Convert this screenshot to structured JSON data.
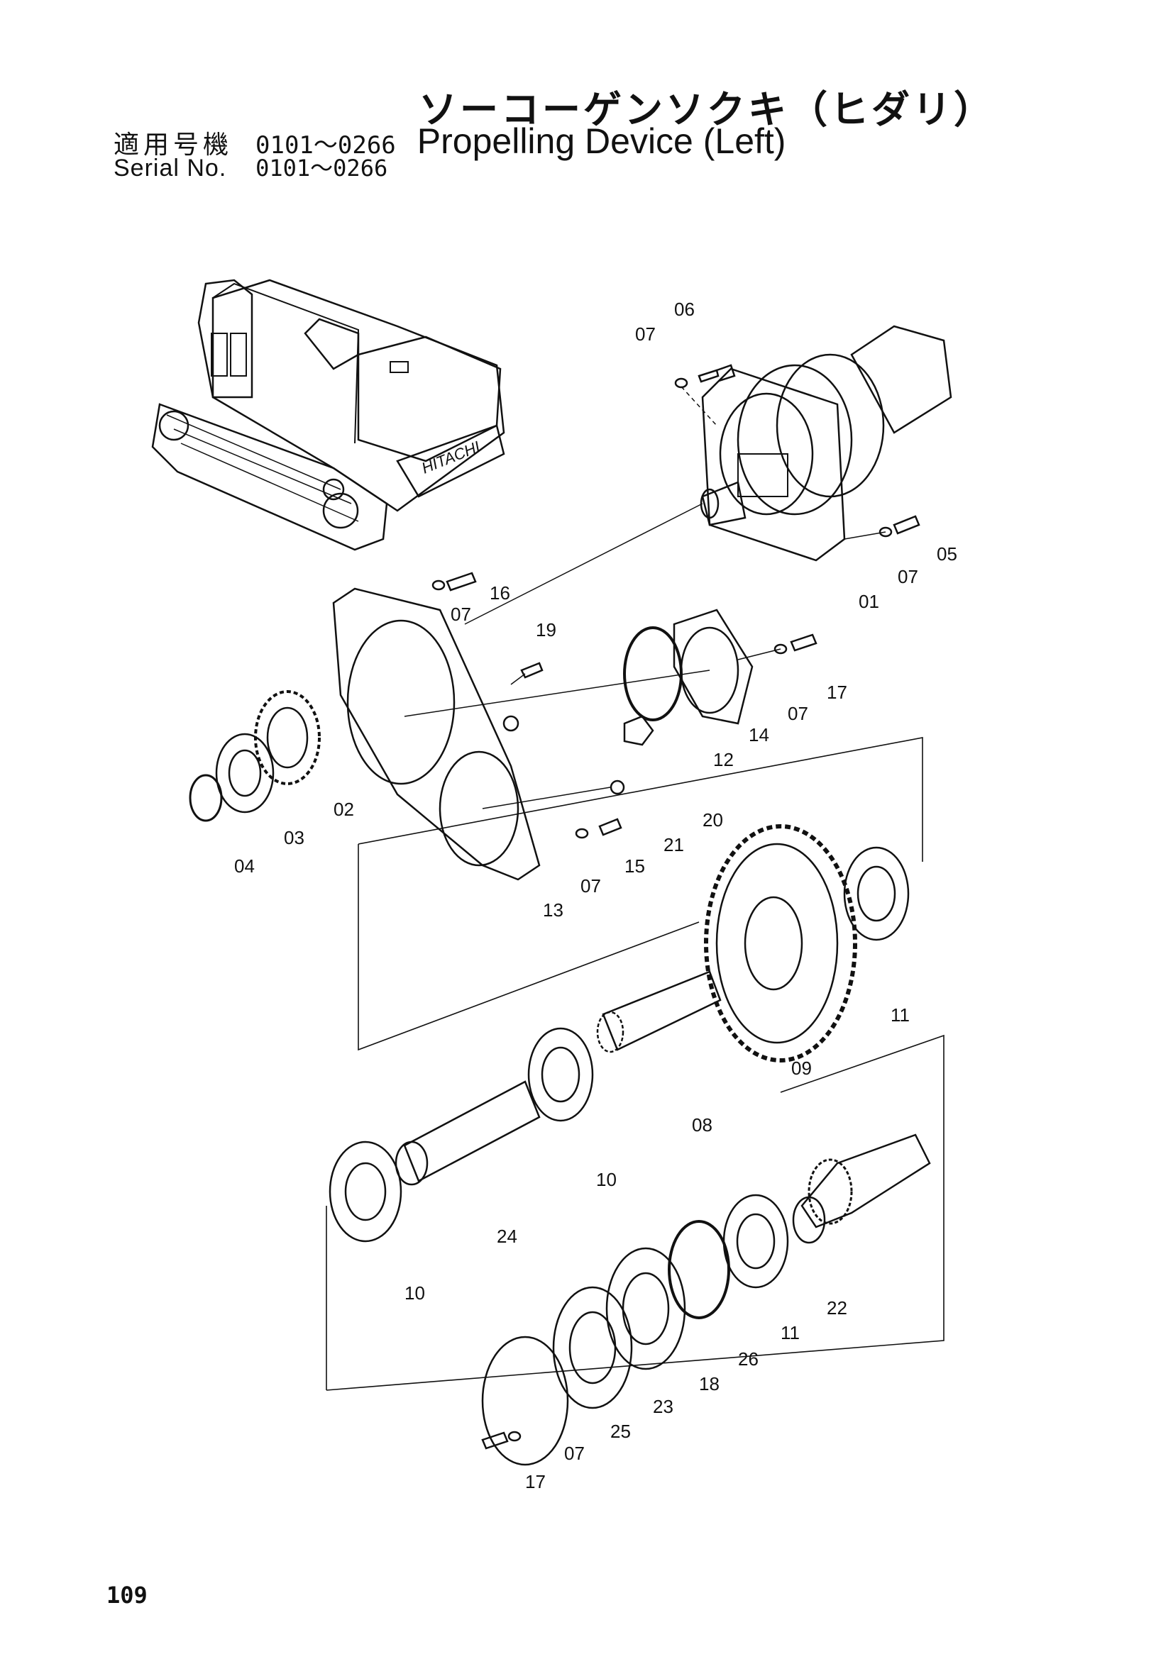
{
  "header": {
    "title_jp": "ソーコーゲンソクキ（ヒダリ）",
    "applicable_label_jp": "適用号機",
    "serial_range": "0101～0266",
    "title_en": "Propelling Device  (Left)",
    "serial_label_en": "Serial No.",
    "serial_range_en": "0101～0266"
  },
  "machine": {
    "brand_text": "HITACHI"
  },
  "callouts": [
    {
      "id": "c06a",
      "text": "06"
    },
    {
      "id": "c07a",
      "text": "07"
    },
    {
      "id": "c05",
      "text": "05"
    },
    {
      "id": "c07b",
      "text": "07"
    },
    {
      "id": "c01",
      "text": "01"
    },
    {
      "id": "c16",
      "text": "16"
    },
    {
      "id": "c07c",
      "text": "07"
    },
    {
      "id": "c19",
      "text": "19"
    },
    {
      "id": "c17a",
      "text": "17"
    },
    {
      "id": "c07d",
      "text": "07"
    },
    {
      "id": "c14",
      "text": "14"
    },
    {
      "id": "c12",
      "text": "12"
    },
    {
      "id": "c02",
      "text": "02"
    },
    {
      "id": "c03",
      "text": "03"
    },
    {
      "id": "c04",
      "text": "04"
    },
    {
      "id": "c20",
      "text": "20"
    },
    {
      "id": "c21",
      "text": "21"
    },
    {
      "id": "c15",
      "text": "15"
    },
    {
      "id": "c07e",
      "text": "07"
    },
    {
      "id": "c13",
      "text": "13"
    },
    {
      "id": "c11a",
      "text": "11"
    },
    {
      "id": "c09",
      "text": "09"
    },
    {
      "id": "c08",
      "text": "08"
    },
    {
      "id": "c10a",
      "text": "10"
    },
    {
      "id": "c24",
      "text": "24"
    },
    {
      "id": "c10b",
      "text": "10"
    },
    {
      "id": "c22",
      "text": "22"
    },
    {
      "id": "c11b",
      "text": "11"
    },
    {
      "id": "c26",
      "text": "26"
    },
    {
      "id": "c18",
      "text": "18"
    },
    {
      "id": "c23",
      "text": "23"
    },
    {
      "id": "c25",
      "text": "25"
    },
    {
      "id": "c07f",
      "text": "07"
    },
    {
      "id": "c17b",
      "text": "17"
    }
  ],
  "footer": {
    "page_number": "109"
  }
}
